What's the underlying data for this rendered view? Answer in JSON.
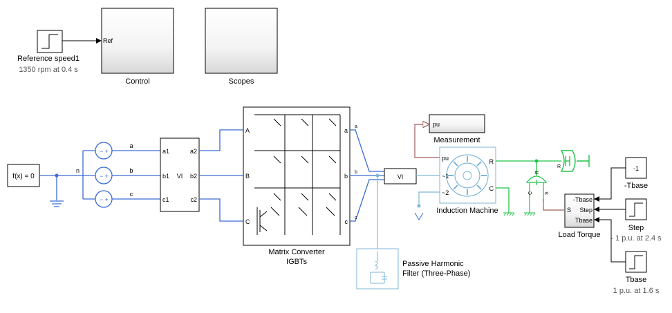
{
  "blocks": {
    "ref_speed": {
      "title": "Reference speed1",
      "subtitle": "1350 rpm at 0.4 s"
    },
    "control": {
      "title": "Control",
      "port_in": "Ref"
    },
    "scopes": {
      "title": "Scopes"
    },
    "fx": {
      "text": "f(x) = 0"
    },
    "node_n": {
      "label": "n"
    },
    "phases": {
      "a": "a",
      "b": "b",
      "c": "c"
    },
    "vi_left": {
      "center": "VI",
      "in_a": "a1",
      "in_b": "b1",
      "in_c": "c1",
      "out_a": "a2",
      "out_b": "b2",
      "out_c": "c2"
    },
    "matrix": {
      "title_line1": "Matrix Converter",
      "title_line2": "IGBTs",
      "in_a": "A",
      "in_b": "B",
      "in_c": "C",
      "out_a": "a",
      "out_b": "b",
      "out_c": "c"
    },
    "vi_right": {
      "center": "VI",
      "tap_a": "a",
      "tap_b": "b",
      "tap_c": "c"
    },
    "filter": {
      "title_line1": "Passive Harmonic",
      "title_line2": "Filter (Three-Phase)"
    },
    "measurement": {
      "title": "Measurement",
      "port": "pu"
    },
    "induction": {
      "title": "Induction Machine",
      "pu": "pu",
      "s1": "~1",
      "s2": "~2",
      "r": "R",
      "c": "C"
    },
    "inertia_labels": {
      "r": "R",
      "c": "C",
      "s": "S",
      "r2": "R"
    },
    "load_torque": {
      "title": "Load Torque",
      "p1": "-Tbase",
      "p2": "Step",
      "p3": "Tbase",
      "s": "S"
    },
    "neg_tbase": {
      "value": "-1",
      "title": "-Tbase"
    },
    "step": {
      "title": "Step",
      "subtitle": "- 1 p.u. at 2.4 s"
    },
    "tbase": {
      "title": "Tbase",
      "subtitle": "1 p.u. at 1.6 s"
    }
  },
  "colors": {
    "electrical": "#3a6ad6",
    "filter": "#7fb6d6",
    "mechanical": "#22c24a",
    "signal": "#a05a5a"
  }
}
